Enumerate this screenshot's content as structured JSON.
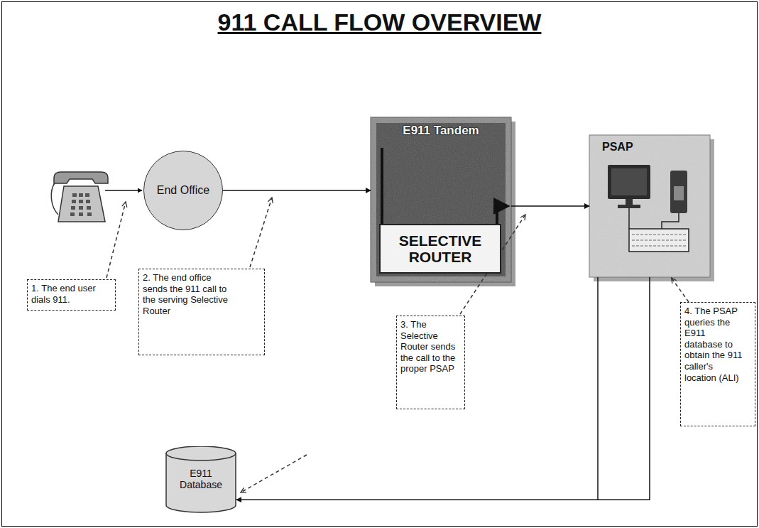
{
  "diagram": {
    "title": "911 CALL FLOW OVERVIEW",
    "nodes": [
      {
        "text": [
          "End Office"
        ]
      },
      {
        "text": [
          "E911 Tandem"
        ]
      },
      {
        "text": [
          "SELECTIVE ROUTER"
        ],
        "in": 1
      },
      {
        "text": [
          "PSAP"
        ]
      },
      {
        "text": [
          "1. The end user dials 911."
        ]
      },
      {
        "text": [
          "2. The end office sends the 911 call to the serving Selective Router"
        ]
      },
      {
        "text": [
          "3. The Selective Router sends the call to the proper PSAP"
        ]
      },
      {
        "text": [
          "4. The PSAP queries the E911 database to obtain the 911 caller's location (ALI)"
        ]
      },
      {
        "text": [
          "E911 Database"
        ]
      }
    ],
    "edges": [
      {
        "from": 0,
        "to": 1,
        "arrow": "to"
      },
      {
        "from": 1,
        "to": 3,
        "arrow": "to"
      },
      {
        "from": 3,
        "to": 8,
        "arrow": "to"
      },
      {
        "from": 7,
        "to": 3,
        "arrow": "to"
      }
    ]
  }
}
